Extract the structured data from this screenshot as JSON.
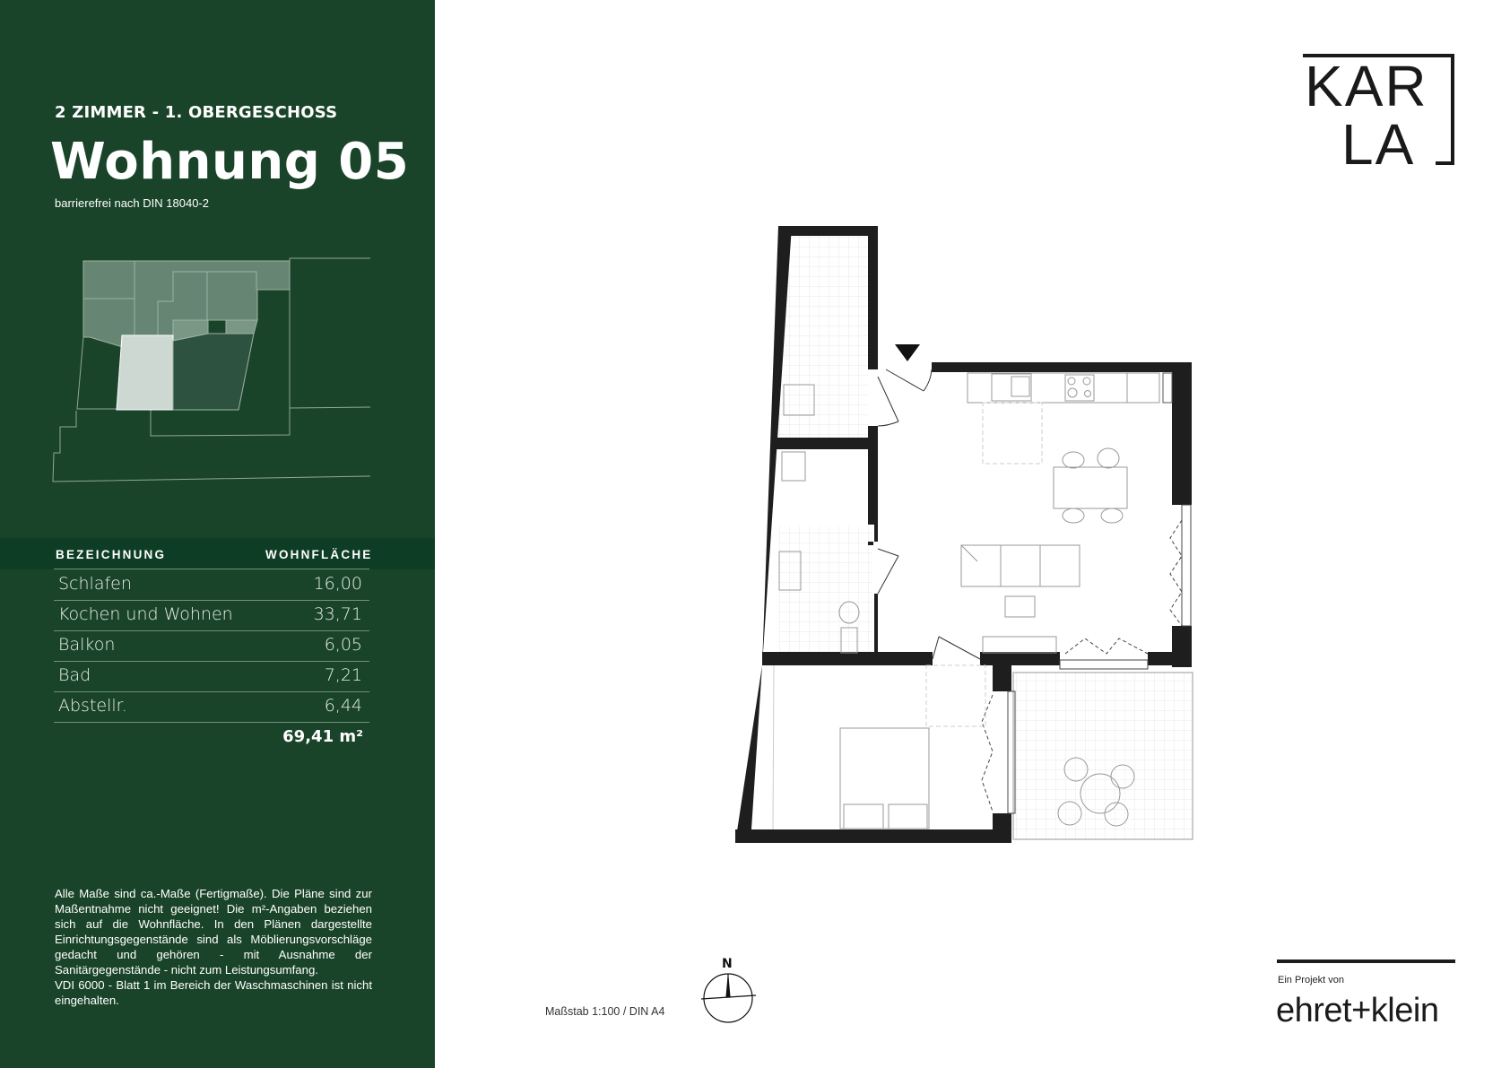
{
  "sidebar": {
    "subtitle": "2 ZIMMER - 1. OBERGESCHOSS",
    "title": "Wohnung 05",
    "accessibility": "barrierefrei nach DIN 18040-2",
    "table": {
      "headers": [
        "BEZEICHNUNG",
        "WOHNFLÄCHE"
      ],
      "rows": [
        {
          "name": "Schlafen",
          "area": "16,00"
        },
        {
          "name": "Kochen und Wohnen",
          "area": "33,71"
        },
        {
          "name": "Balkon",
          "area": "6,05"
        },
        {
          "name": "Bad",
          "area": "7,21"
        },
        {
          "name": "Abstellr.",
          "area": "6,44"
        }
      ],
      "total": "69,41 m²"
    },
    "disclaimer": "Alle Maße sind ca.-Maße (Fertigmaße). Die Pläne sind zur Maßentnahme nicht geeignet! Die m²-Angaben beziehen sich auf die Wohnfläche. In den Plänen dargestellte Einrichtungsgegenstände sind als Möblierungsvorschläge gedacht und gehören - mit Ausnahme der Sanitärgegenstände - nicht zum Leistungsumfang.\nVDI 6000 - Blatt 1 im Bereich der Waschmaschinen ist nicht eingehalten."
  },
  "plan": {
    "scale": "Maßstab 1:100 / DIN A4",
    "north": "N"
  },
  "branding": {
    "logo_top": "KAR",
    "logo_bottom": "LA",
    "byline": "Ein Projekt von",
    "developer": "ehret+klein"
  },
  "colors": {
    "panel": "#1a4429",
    "header_band": "#0e3d25",
    "wall": "#1e1e1e"
  }
}
